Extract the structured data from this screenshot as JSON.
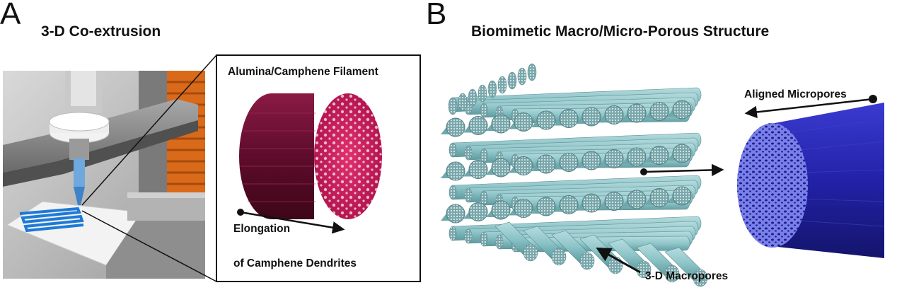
{
  "panel_a": {
    "letter": "A",
    "title": "3-D Co-extrusion",
    "inset_title": "Alumina/Camphene Filament",
    "arrow_label_line1": "Elongation",
    "arrow_label_line2": "of Camphene Dendrites"
  },
  "panel_b": {
    "letter": "B",
    "title": "Biomimetic Macro/Micro-Porous Structure",
    "micropore_label": "Aligned Micropores",
    "macropore_label": "3-D Macropores"
  },
  "colors": {
    "filament_side": "#6e0e32",
    "filament_face": "#c8185a",
    "scaffold_rod": "#8cc4c8",
    "micropore_cone": "#2a28b8",
    "micropore_face": "#6a70e6",
    "printer_orange": "#d86a1a",
    "print_pattern": "#1e7ad6"
  }
}
